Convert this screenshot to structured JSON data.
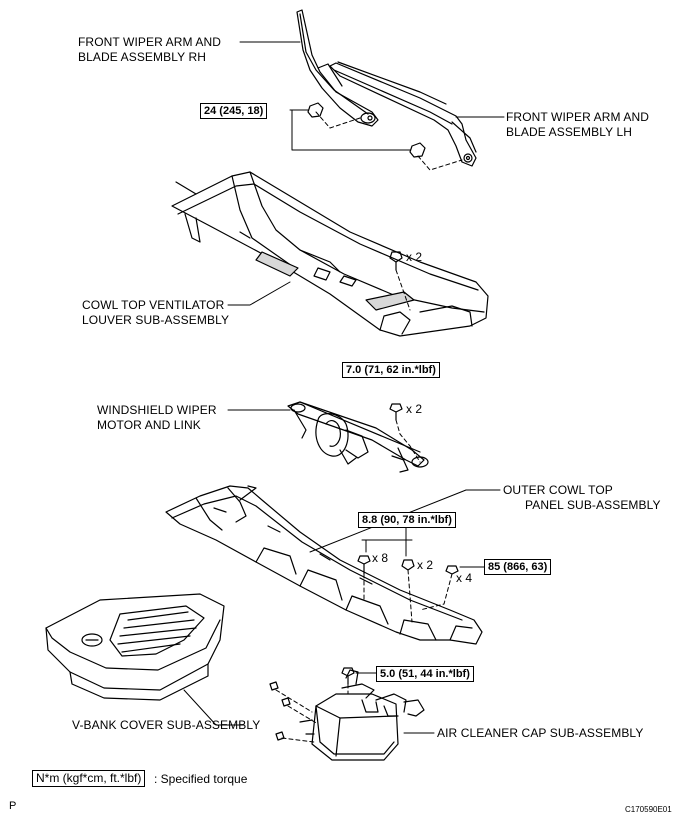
{
  "labels": {
    "wiper_rh": [
      "FRONT WIPER ARM AND",
      "BLADE ASSEMBLY RH"
    ],
    "wiper_lh": [
      "FRONT WIPER ARM AND",
      "BLADE ASSEMBLY LH"
    ],
    "cowl_louver": [
      "COWL TOP VENTILATOR",
      "LOUVER SUB-ASSEMBLY"
    ],
    "wiper_motor": [
      "WINDSHIELD WIPER",
      "MOTOR AND LINK"
    ],
    "outer_cowl": [
      "OUTER COWL TOP",
      "PANEL SUB-ASSEMBLY"
    ],
    "vbank_cover": "V-BANK COVER SUB-ASSEMBLY",
    "air_cleaner": "AIR CLEANER CAP SUB-ASSEMBLY"
  },
  "torques": {
    "wiper_nut": "24 (245, 18)",
    "motor_bolt": "7.0 (71, 62 in.*lbf)",
    "outer_cowl_bolt": "8.8 (90, 78 in.*lbf)",
    "outer_cowl_nut": "85 (866, 63)",
    "air_cleaner_bolt": "5.0 (51, 44 in.*lbf)"
  },
  "quantities": {
    "louver_clip": "x 2",
    "motor_bolt": "x 2",
    "cowl_bolt": "x 8",
    "cowl_clip": "x 2",
    "cowl_nut": "x 4"
  },
  "legend": {
    "unit_box": "N*m (kgf*cm, ft.*lbf)",
    "text": ": Specified torque"
  },
  "corner_left": "P",
  "figure_id": "C170590E01"
}
